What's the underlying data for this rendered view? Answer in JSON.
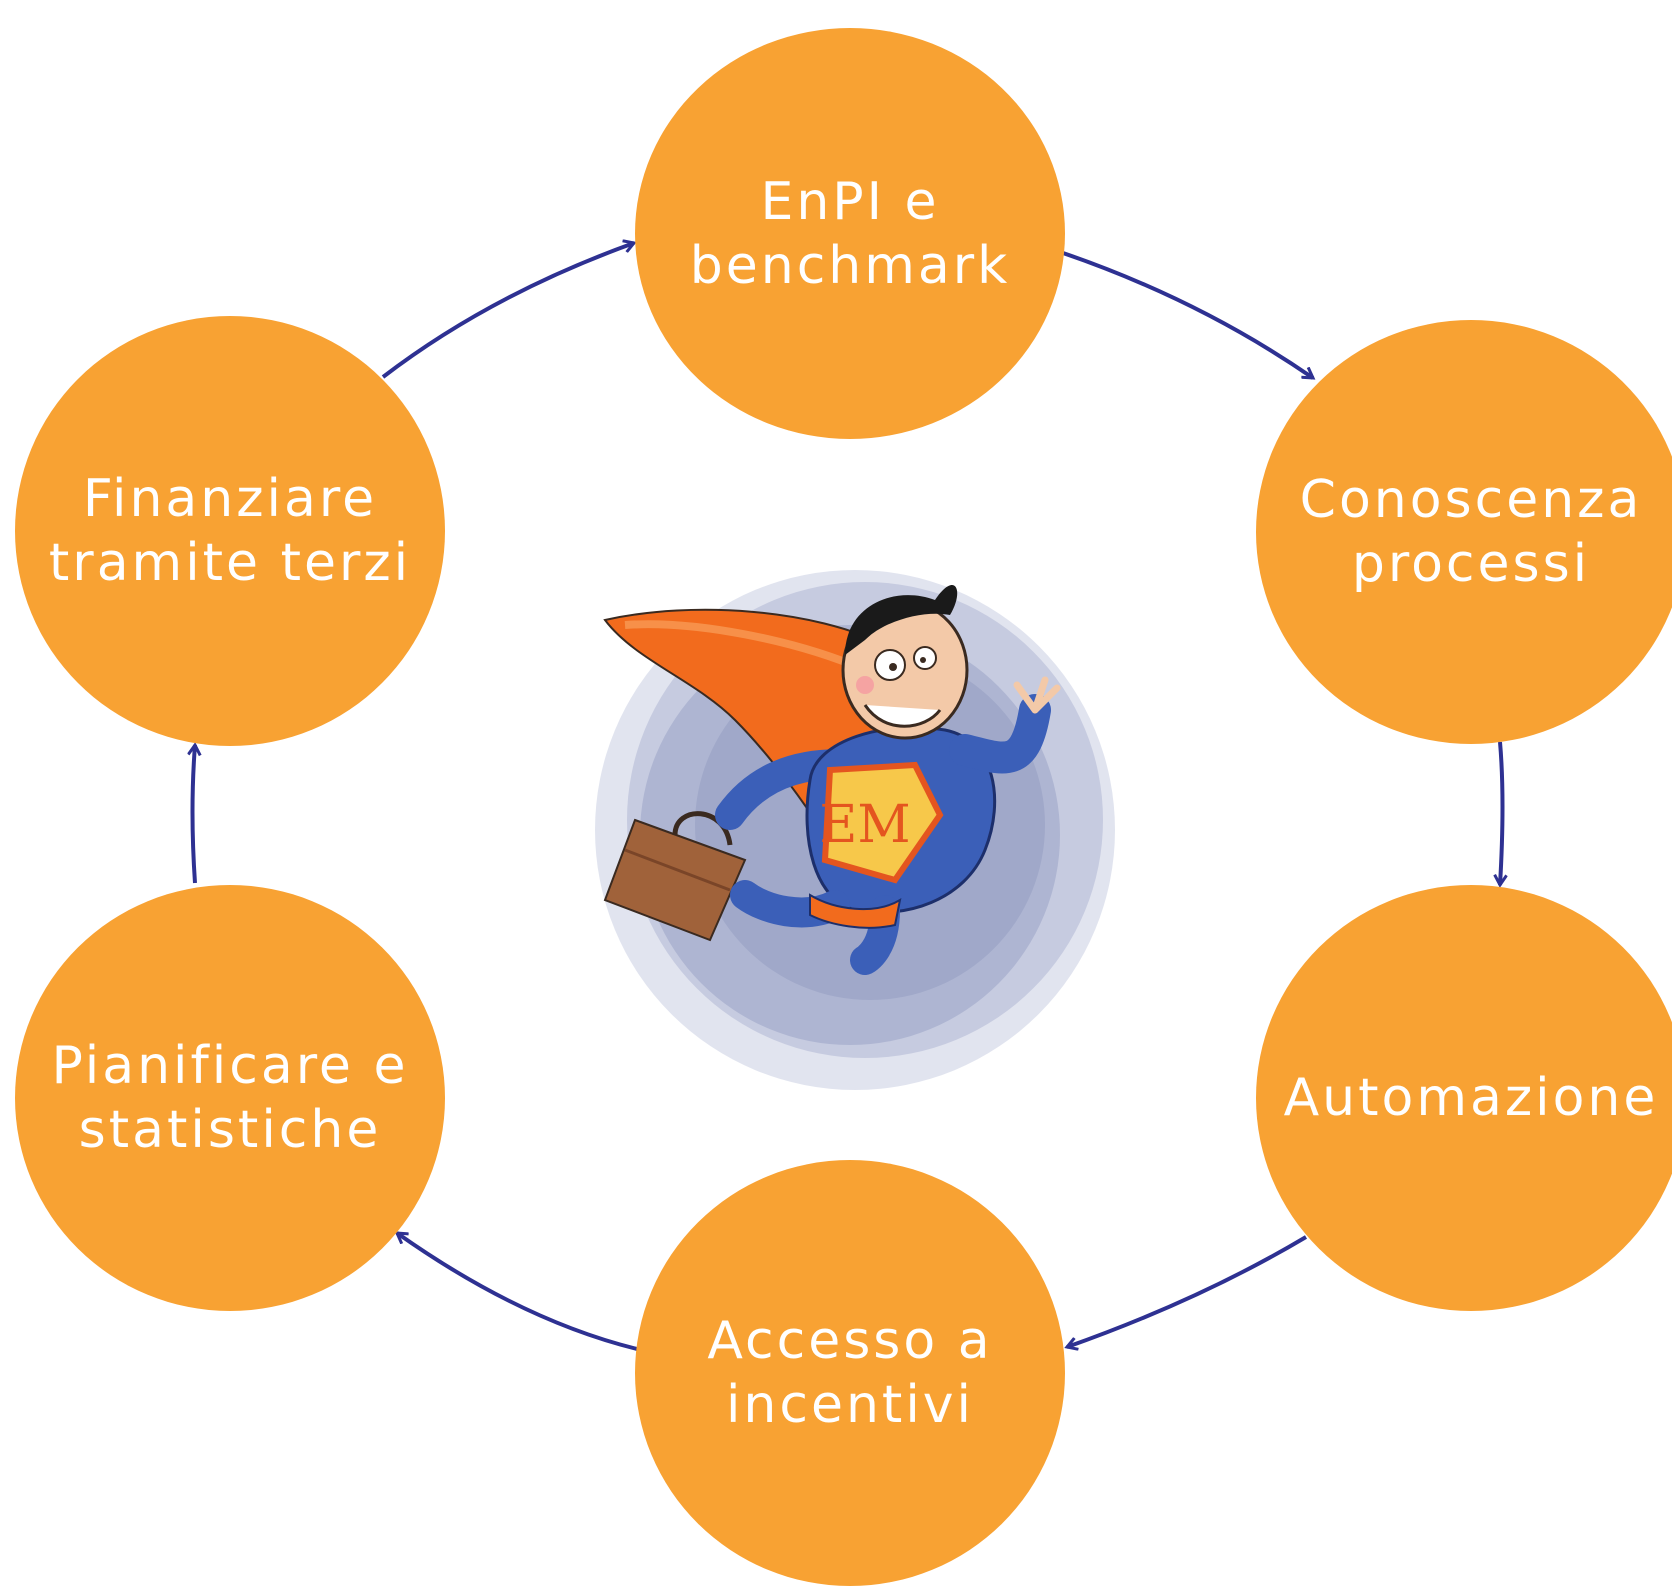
{
  "diagram": {
    "node_color": "#F8A233",
    "arrow_color": "#2E3192",
    "nodes": [
      {
        "id": "enpi",
        "lines": [
          "EnPI e",
          "benchmark"
        ]
      },
      {
        "id": "conoscenza",
        "lines": [
          "Conoscenza",
          "processi"
        ]
      },
      {
        "id": "automazione",
        "lines": [
          "Automazione"
        ]
      },
      {
        "id": "accesso",
        "lines": [
          "Accesso a",
          "incentivi"
        ]
      },
      {
        "id": "pianificare",
        "lines": [
          "Pianificare e",
          "statistiche"
        ]
      },
      {
        "id": "finanziare",
        "lines": [
          "Finanziare",
          "tramite terzi"
        ]
      }
    ],
    "edges": [
      {
        "from": "enpi",
        "to": "conoscenza"
      },
      {
        "from": "conoscenza",
        "to": "automazione"
      },
      {
        "from": "automazione",
        "to": "accesso"
      },
      {
        "from": "accesso",
        "to": "pianificare"
      },
      {
        "from": "pianificare",
        "to": "finanziare"
      },
      {
        "from": "finanziare",
        "to": "enpi"
      }
    ],
    "center": {
      "icon": "superhero-mascot-icon",
      "badge_text": "EM",
      "colors": {
        "cape": "#F26B1D",
        "suit": "#3B5FB8",
        "badge": "#F7C84A",
        "bag": "#A0623A",
        "halo": "#B7BDD6"
      }
    }
  }
}
